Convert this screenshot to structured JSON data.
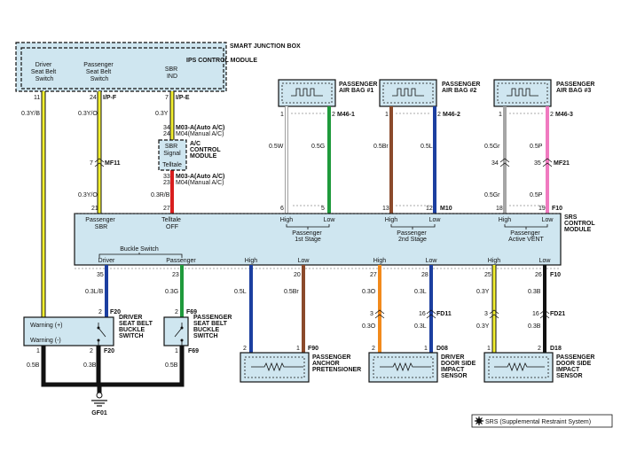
{
  "smart_junction_box": "SMART JUNCTION BOX",
  "ips_module": "IPS CONTROL MODULE",
  "ips_labels": {
    "driver_switch": [
      "Driver",
      "Seat Belt",
      "Switch"
    ],
    "passenger_switch": [
      "Passenger",
      "Seat Belt",
      "Switch"
    ],
    "sbr_ind": [
      "SBR",
      "IND"
    ]
  },
  "ac_module": {
    "title": [
      "A/C",
      "CONTROL",
      "MODULE"
    ],
    "signal": [
      "SBR",
      "Signal"
    ],
    "telltale": "Telltale",
    "conn_top": [
      "M03-A(Auto A/C)",
      "M04(Manual A/C)"
    ],
    "conn_bottom": [
      "M03-A(Auto A/C)",
      "M04(Manual A/C)"
    ],
    "pins_top": [
      "34",
      "24"
    ],
    "pins_bottom": [
      "33",
      "23"
    ],
    "wire_in": "0.3Y",
    "wire_out": "0.3R/B"
  },
  "airbags": [
    {
      "title": [
        "PASSENGER",
        "AIR BAG #1"
      ],
      "connector": "M46-1"
    },
    {
      "title": [
        "PASSENGER",
        "AIR BAG #2"
      ],
      "connector": "M46-2"
    },
    {
      "title": [
        "PASSENGER",
        "AIR BAG #3"
      ],
      "connector": "M46-3"
    }
  ],
  "connectors": {
    "ipf": "I/P-F",
    "ipe": "I/P-E",
    "mf11": "MF11",
    "mf21": "MF21",
    "m10": "M10",
    "f10_top": "F10",
    "f10_bottom": "F10",
    "f20_a": "F20",
    "f20_b": "F20",
    "f69_a": "F69",
    "f69_b": "F69",
    "fd11": "FD11",
    "fd21": "FD21",
    "f90": "F90",
    "d08": "D08",
    "d18": "D18",
    "ground": "GF01"
  },
  "srs_module": {
    "title": [
      "SRS",
      "CONTROL",
      "MODULE"
    ],
    "top_labels": [
      "Passenger",
      "SBR",
      "Telltale",
      "OFF",
      "High",
      "Low",
      "High",
      "Low",
      "High",
      "Low"
    ],
    "stage_labels": [
      "Passenger",
      "1st Stage",
      "Passenger",
      "2nd Stage",
      "Passenger",
      "Active VENT"
    ],
    "buckle_switch": "Buckle Switch",
    "buckle_driver": "Driver",
    "buckle_passenger": "Passenger",
    "bottom_labels": [
      "High",
      "Low",
      "High",
      "Low",
      "High",
      "Low"
    ]
  },
  "wires": {
    "w1": "0.3Y/B",
    "w2": "0.3Y/O",
    "w3": "0.3Y/O",
    "w4": "0.5W",
    "w5": "0.5G",
    "w6": "0.5Br",
    "w7": "0.5L",
    "w8": "0.5Gr",
    "w9": "0.5P",
    "w10": "0.5Gr",
    "w11": "0.5P",
    "b1": "0.3L/B",
    "b2": "0.3G",
    "b3": "0.5L",
    "b4": "0.5Br",
    "b5": "0.3O",
    "b6": "0.3L",
    "b7": "0.3O",
    "b8": "0.3L",
    "b9": "0.3Y",
    "b10": "0.3B",
    "b11": "0.3Y",
    "b12": "0.3B",
    "g1": "0.5B",
    "g2": "0.3B",
    "g3": "0.5B"
  },
  "pins": {
    "ips": [
      "11",
      "24",
      "7"
    ],
    "mf11": [
      "7",
      "7"
    ],
    "srs_top": [
      "21",
      "27",
      "6",
      "5",
      "13",
      "12",
      "18",
      "19"
    ],
    "airbag1": [
      "1",
      "2"
    ],
    "airbag2": [
      "1",
      "2"
    ],
    "airbag3": [
      "1",
      "2"
    ],
    "mf21": [
      "34",
      "35"
    ],
    "srs_bottom": [
      "35",
      "23",
      "20",
      "27",
      "28",
      "25",
      "26"
    ],
    "f20": [
      "2",
      "1"
    ],
    "f69": [
      "2",
      "1"
    ],
    "fd11": [
      "3",
      "16",
      "3",
      "16"
    ],
    "fd21": [
      "3",
      "16",
      "3",
      "16"
    ],
    "f90": [
      "2",
      "1"
    ],
    "d08": [
      "2",
      "1"
    ],
    "d18": [
      "1",
      "2"
    ]
  },
  "driver_buckle": {
    "title": [
      "DRIVER",
      "SEAT BELT",
      "BUCKLE",
      "SWITCH"
    ],
    "warning_plus": "Warning (+)",
    "warning_minus": "Warning (-)"
  },
  "passenger_buckle": {
    "title": [
      "PASSENGER",
      "SEAT BELT",
      "BUCKLE",
      "SWITCH"
    ]
  },
  "pretensioner": {
    "title": [
      "PASSENGER",
      "ANCHOR",
      "PRETENSIONER"
    ]
  },
  "driver_sensor": {
    "title": [
      "DRIVER",
      "DOOR SIDE",
      "IMPACT",
      "SENSOR"
    ]
  },
  "passenger_sensor": {
    "title": [
      "PASSENGER",
      "DOOR SIDE",
      "IMPACT",
      "SENSOR"
    ]
  },
  "footer": "SRS (Supplemental Restraint System)",
  "colors": {
    "yellow": "#f2ef2f",
    "green": "#1f9a3c",
    "brown": "#8b4a2b",
    "blue": "#1c3fa0",
    "gray": "#a6a6a6",
    "pink": "#f07ac0",
    "red": "#d81e1e",
    "orange": "#f28a1c",
    "black": "#111111",
    "module": "#cfe6f0"
  }
}
